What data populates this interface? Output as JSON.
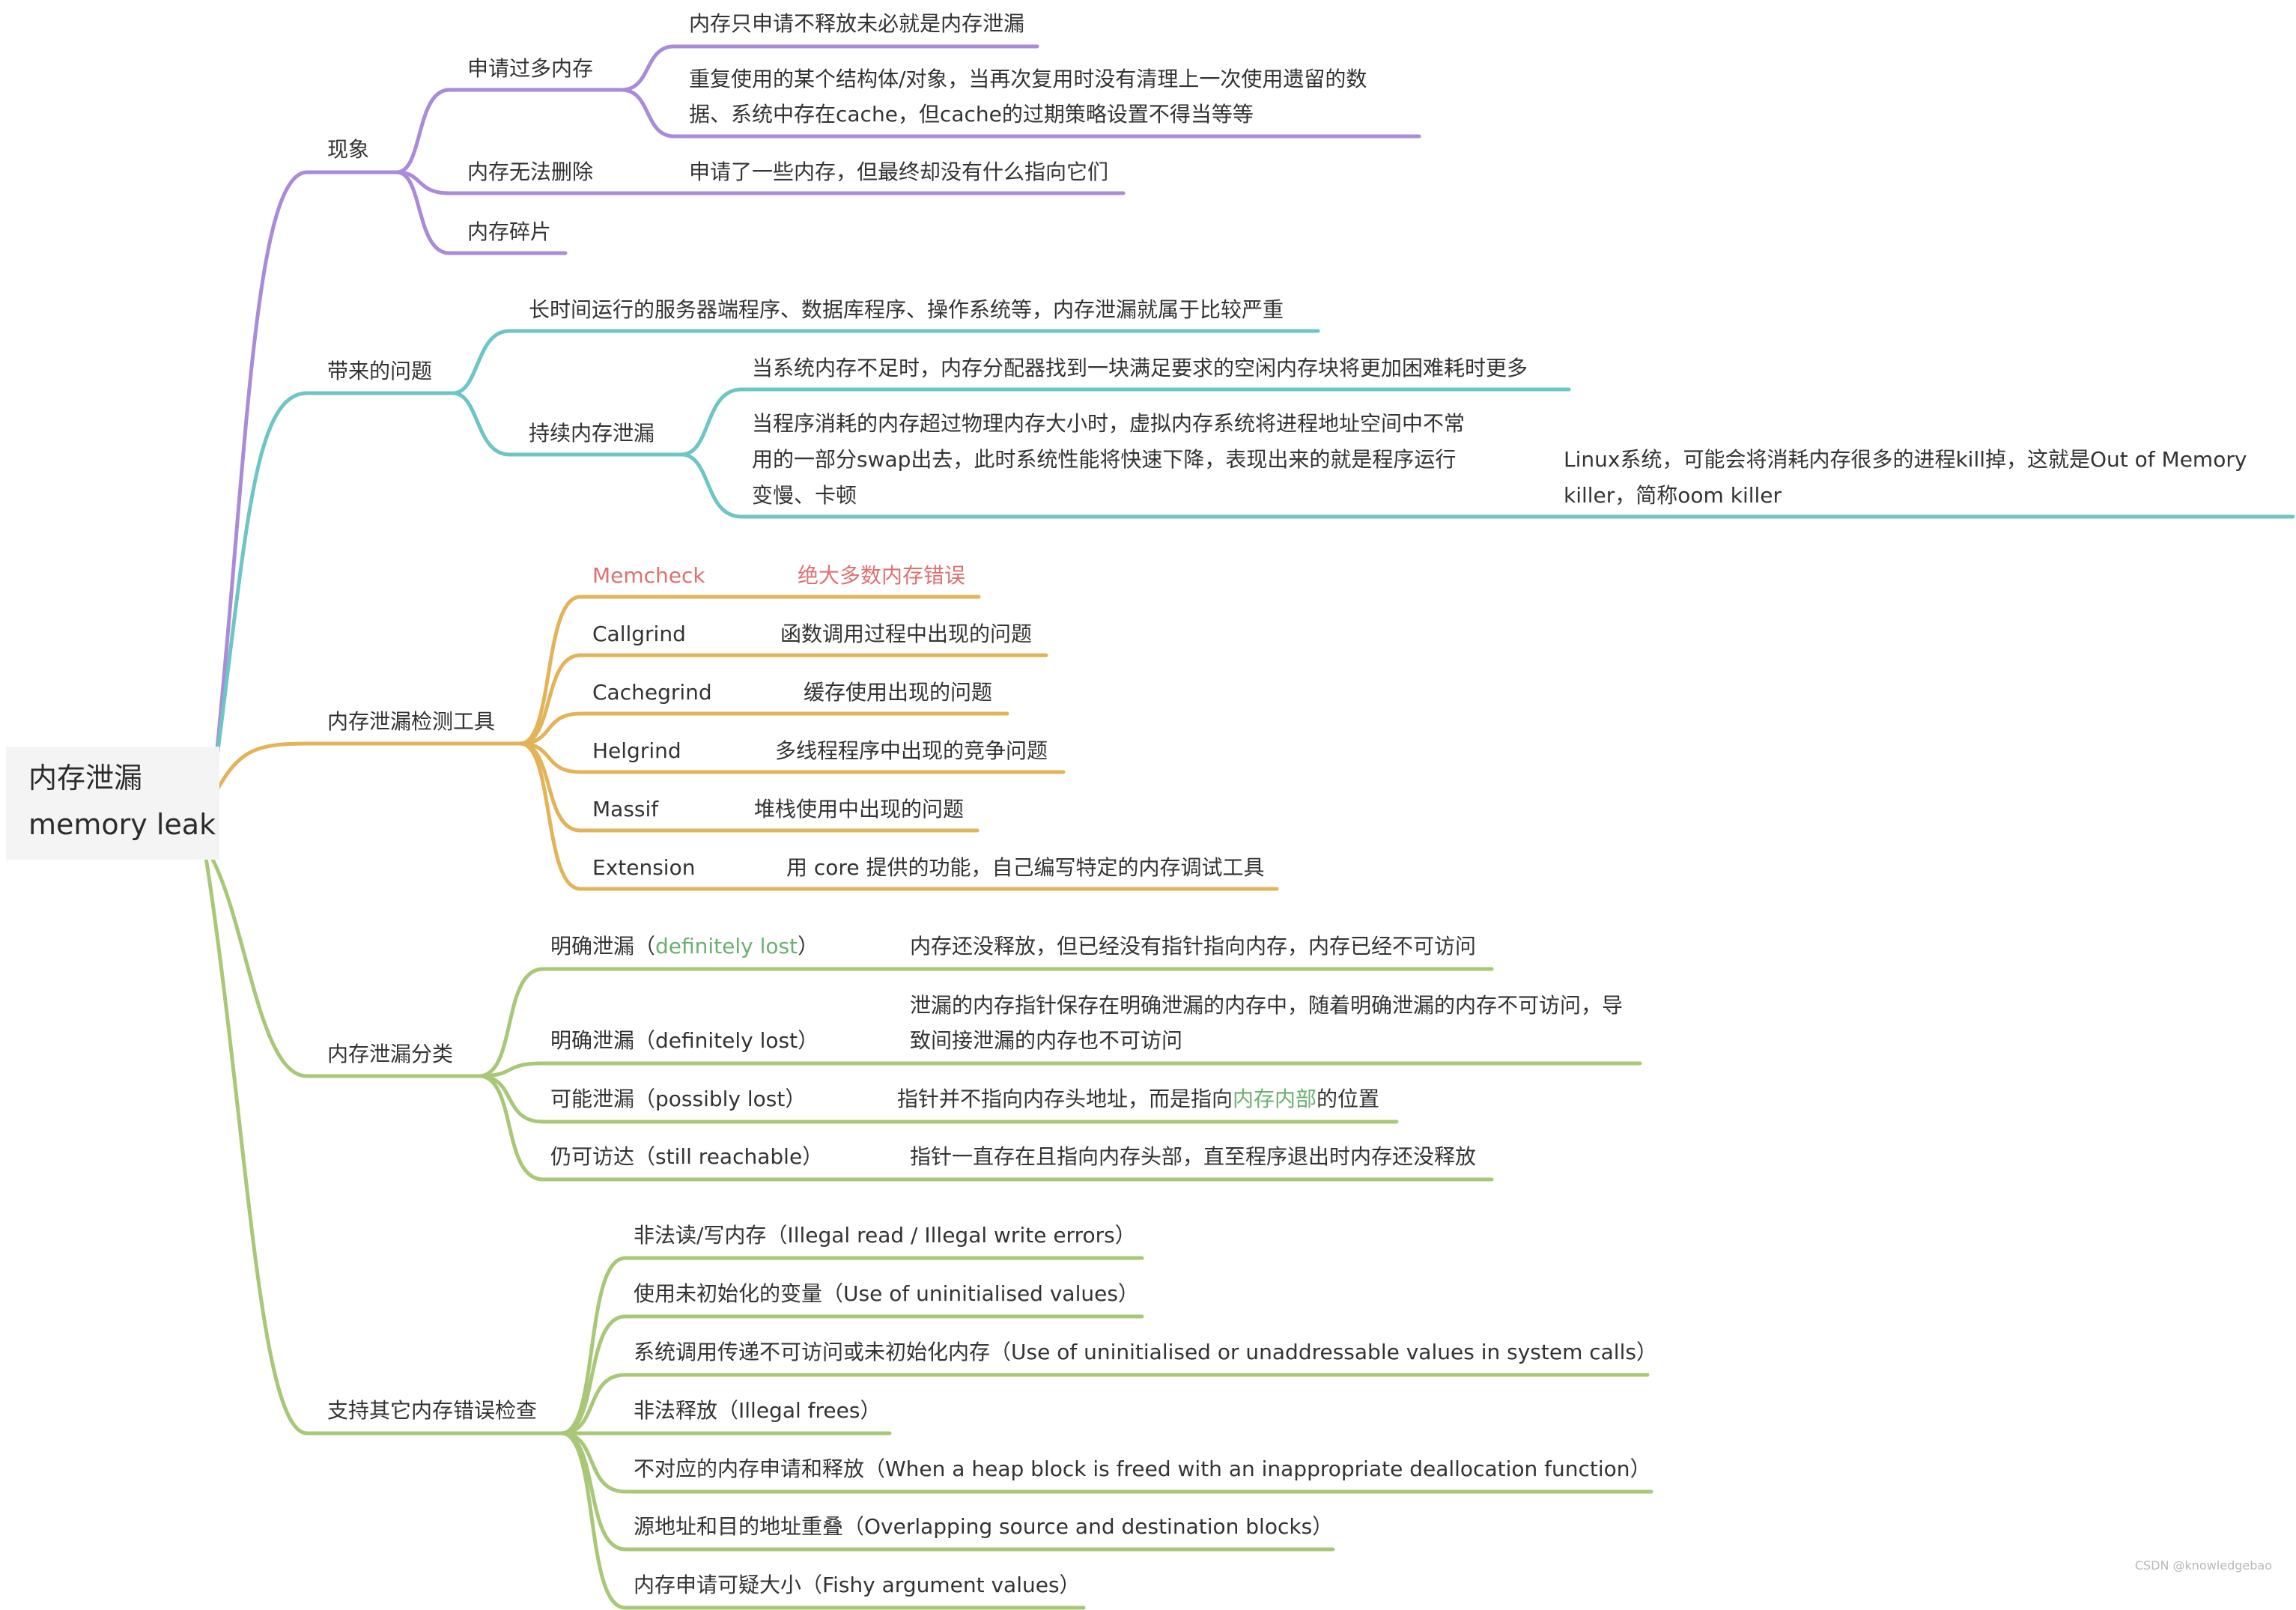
{
  "root": {
    "line1": "内存泄漏",
    "line2": "memory leak"
  },
  "colors": {
    "purple": "#a98bd8",
    "teal": "#6ec5c5",
    "gold": "#e2b45a",
    "green": "#a8c878",
    "red_text": "#e07070",
    "green_text": "#6ab070"
  },
  "branches": {
    "phenomenon": {
      "label": "现象",
      "apply_too_much": {
        "label": "申请过多内存",
        "notes": [
          "内存只申请不释放未必就是内存泄漏",
          "重复使用的某个结构体/对象，当再次复用时没有清理上一次使用遗留的数",
          "据、系统中存在cache，但cache的过期策略设置不得当等等"
        ]
      },
      "cannot_delete": {
        "label": "内存无法删除",
        "note": "申请了一些内存，但最终却没有什么指向它们"
      },
      "fragmentation": {
        "label": "内存碎片"
      }
    },
    "problems": {
      "label": "带来的问题",
      "long_running": "长时间运行的服务器端程序、数据库程序、操作系统等，内存泄漏就属于比较严重",
      "continuous": {
        "label": "持续内存泄漏",
        "note1": "当系统内存不足时，内存分配器找到一块满足要求的空闲内存块将更加困难耗时更多",
        "note2": [
          "当程序消耗的内存超过物理内存大小时，虚拟内存系统将进程地址空间中不常",
          "用的一部分swap出去，此时系统性能将快速下降，表现出来的就是程序运行",
          "变慢、卡顿"
        ],
        "note3": [
          "Linux系统，可能会将消耗内存很多的进程kill掉，这就是Out of Memory",
          "killer，简称oom killer"
        ]
      }
    },
    "tools": {
      "label": "内存泄漏检测工具",
      "items": [
        {
          "name": "Memcheck",
          "desc": "绝大多数内存错误"
        },
        {
          "name": "Callgrind",
          "desc": "函数调用过程中出现的问题"
        },
        {
          "name": "Cachegrind",
          "desc": "缓存使用出现的问题"
        },
        {
          "name": "Helgrind",
          "desc": "多线程程序中出现的竞争问题"
        },
        {
          "name": "Massif",
          "desc": "堆栈使用中出现的问题"
        },
        {
          "name": "Extension",
          "desc": "用 core 提供的功能，自己编写特定的内存调试工具"
        }
      ]
    },
    "classification": {
      "label": "内存泄漏分类",
      "items": [
        {
          "pre": "明确泄漏（",
          "hl": "definitely lost",
          "post": "）",
          "desc": [
            "内存还没释放，但已经没有指针指向内存，内存已经不可访问"
          ]
        },
        {
          "pre": "明确泄漏（definitely lost）",
          "desc": [
            "泄漏的内存指针保存在明确泄漏的内存中，随着明确泄漏的内存不可访问，导",
            "致间接泄漏的内存也不可访问"
          ]
        },
        {
          "pre": "可能泄漏（possibly lost）",
          "desc_pre": "指针并不指向内存头地址，而是指向",
          "desc_hl": "内存内部",
          "desc_post": "的位置"
        },
        {
          "pre": "仍可访达（still reachable）",
          "desc": [
            "指针一直存在且指向内存头部，直至程序退出时内存还没释放"
          ]
        }
      ]
    },
    "other_checks": {
      "label": "支持其它内存错误检查",
      "items": [
        "非法读/写内存（Illegal read / Illegal write errors）",
        "使用未初始化的变量（Use of uninitialised values）",
        "系统调用传递不可访问或未初始化内存（Use of uninitialised or unaddressable values in system calls）",
        "非法释放（Illegal frees）",
        "不对应的内存申请和释放（When a heap block is freed with an inappropriate deallocation function）",
        "源地址和目的地址重叠（Overlapping source and destination blocks）",
        "内存申请可疑大小（Fishy argument values）"
      ]
    }
  },
  "watermark": "CSDN @knowledgebao"
}
